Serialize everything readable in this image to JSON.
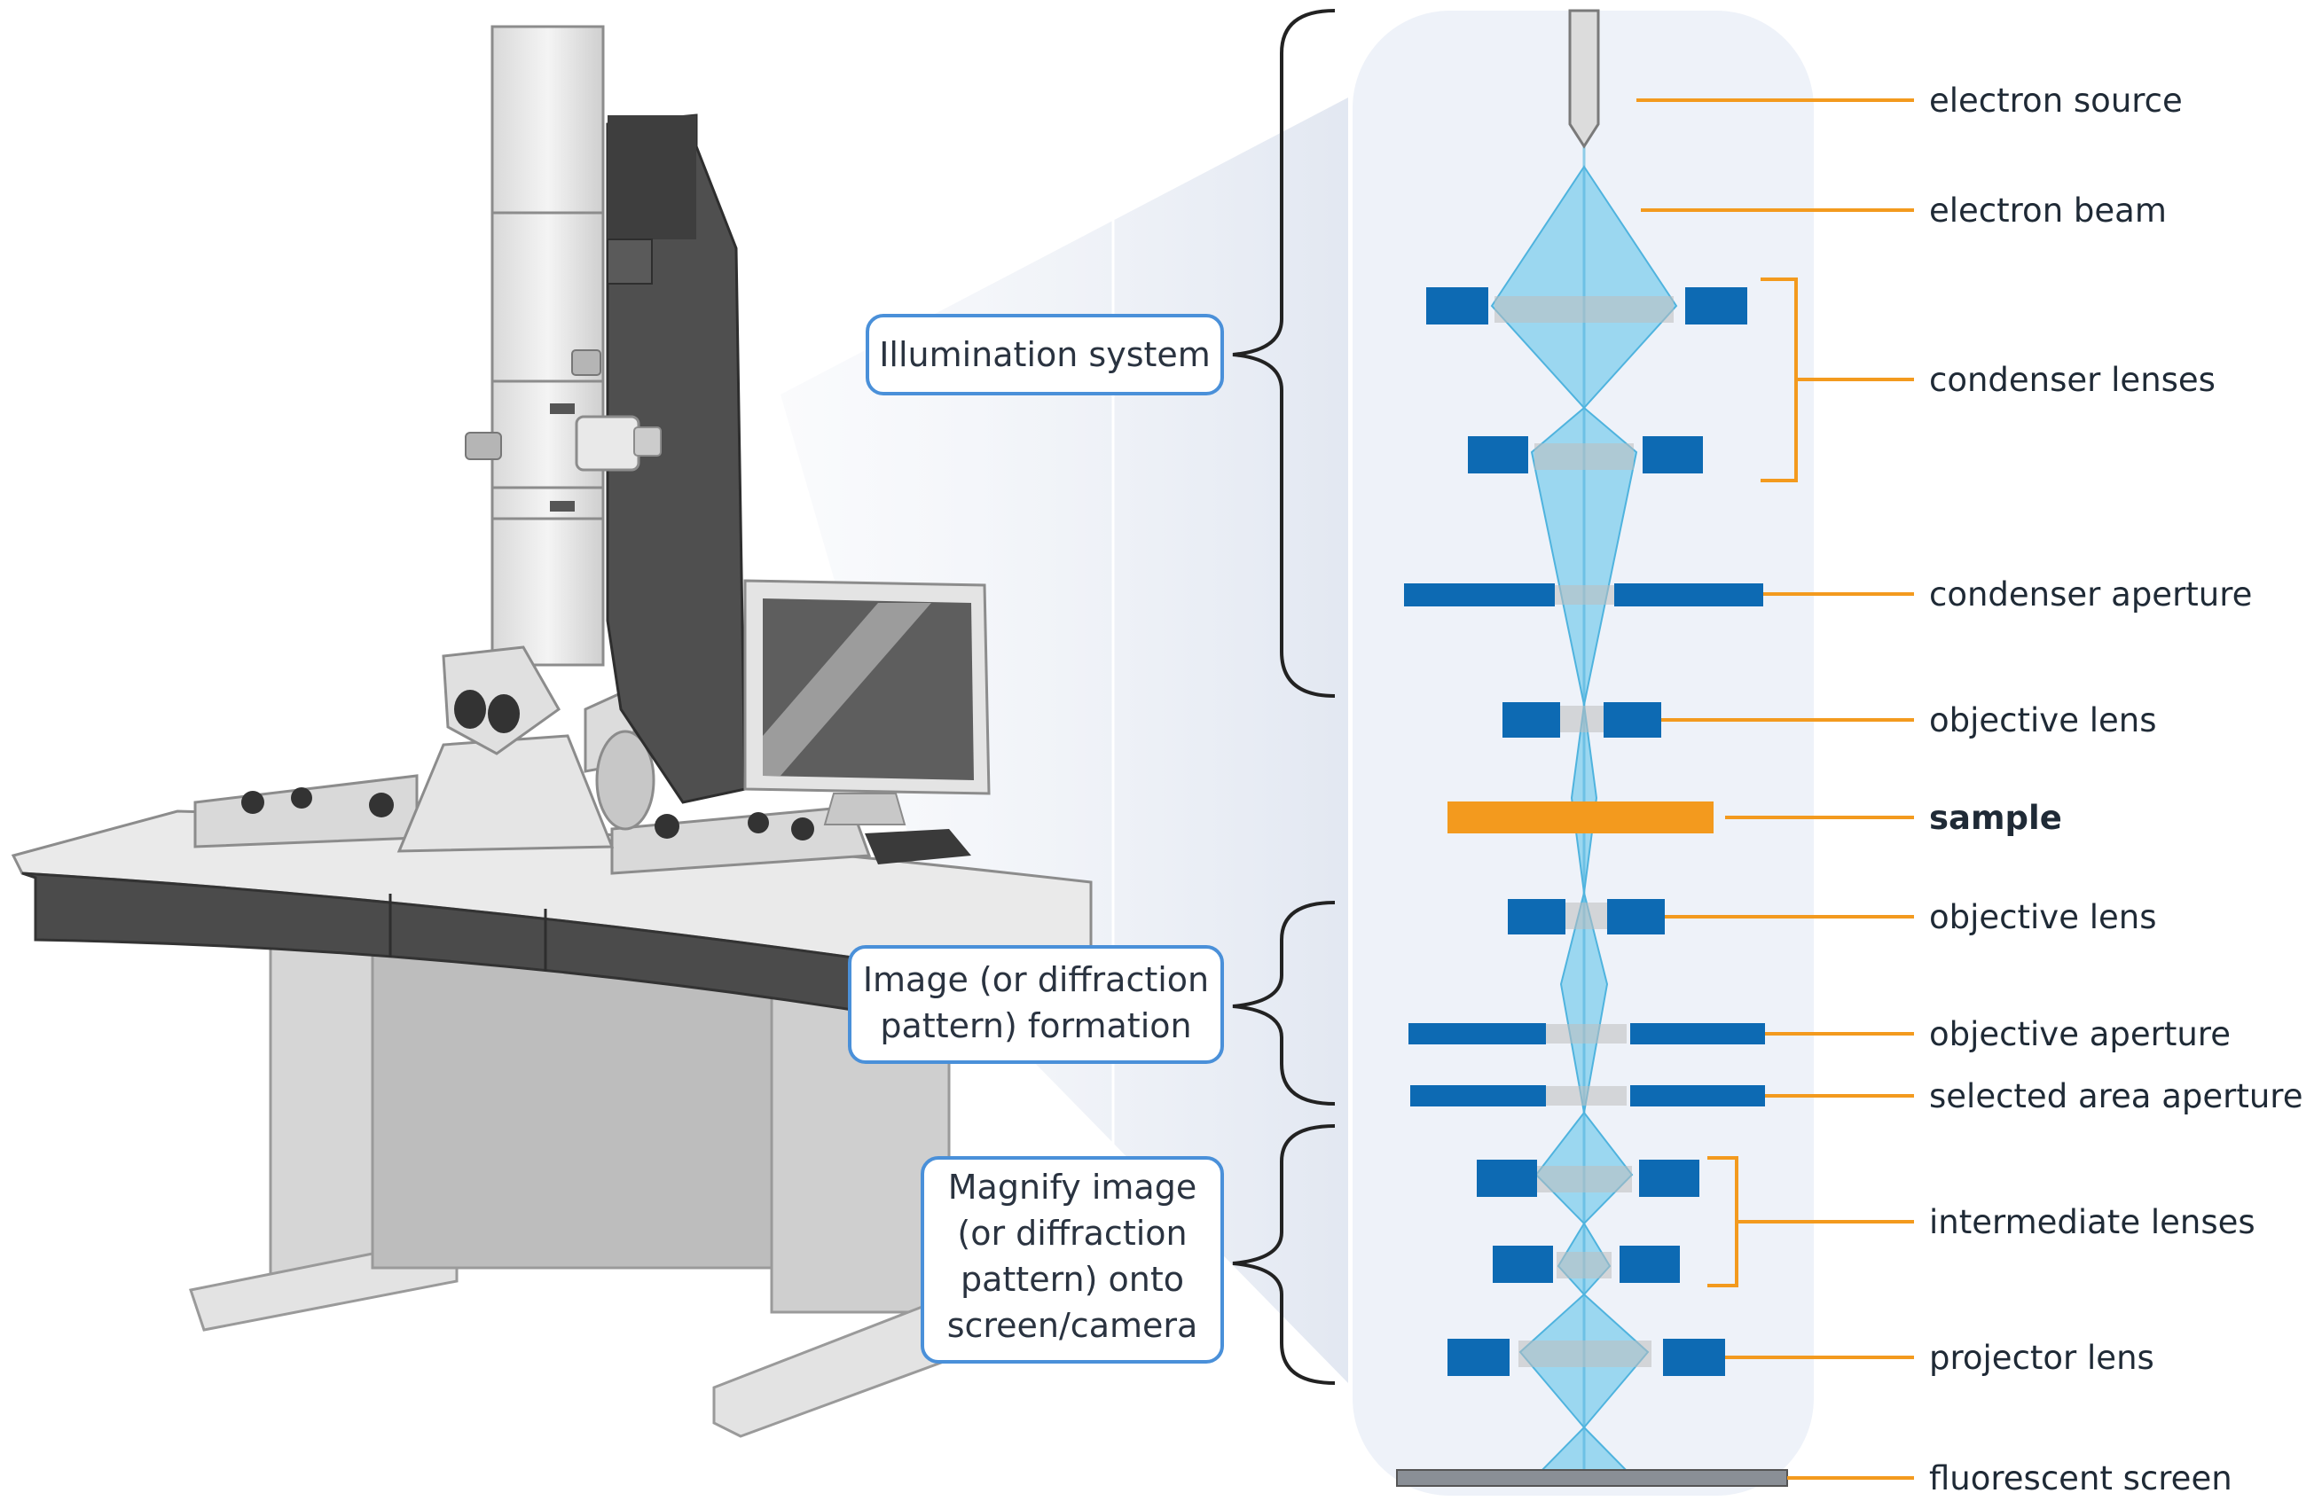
{
  "labels": {
    "electron_source": "electron source",
    "electron_beam": "electron beam",
    "condenser_lenses": "condenser lenses",
    "condenser_aperture": "condenser aperture",
    "objective_lens_top": "objective lens",
    "sample": "sample",
    "objective_lens_bottom": "objective lens",
    "objective_aperture": "objective aperture",
    "selected_area_aperture": "selected area aperture",
    "intermediate_lenses": "intermediate lenses",
    "projector_lens": "projector lens",
    "fluorescent_screen": "fluorescent screen"
  },
  "systems": {
    "illumination": [
      "Illumination system"
    ],
    "formation": [
      "Image (or diffraction",
      "pattern) formation"
    ],
    "magnify": [
      "Magnify image",
      "(or diffraction",
      "pattern) onto",
      "screen/camera"
    ]
  },
  "colors": {
    "lens_blue": "#0d6ab3",
    "beam": "#7fcdec",
    "orange": "#f39a1e",
    "panel": "#eef2f9",
    "callout_border": "#4a90d9"
  }
}
